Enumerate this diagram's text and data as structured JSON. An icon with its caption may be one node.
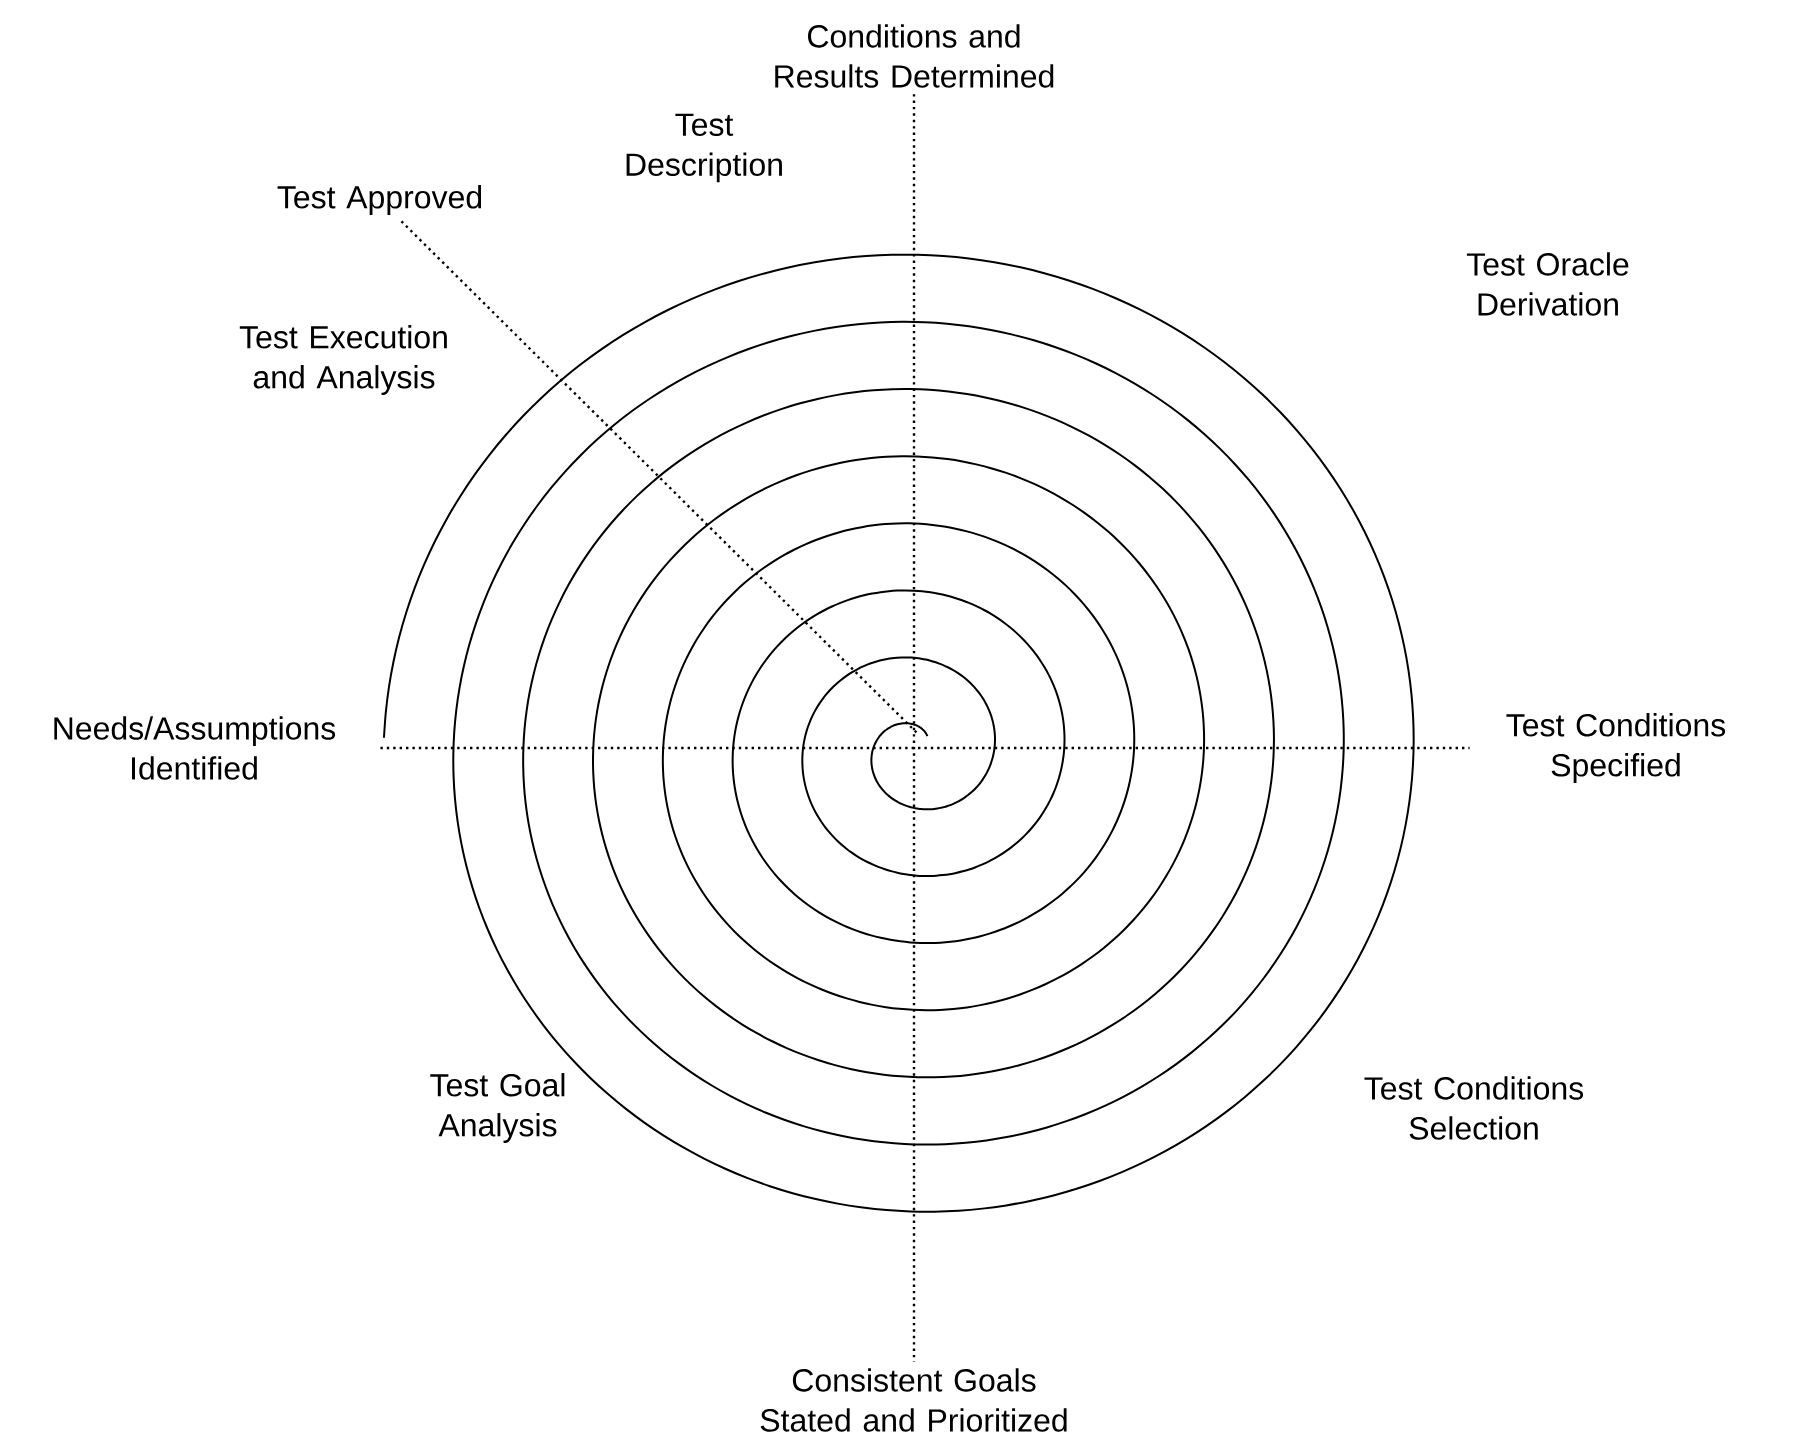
{
  "diagram": {
    "nodes": [
      {
        "text": [
          "Conditions and Results Determined"
        ]
      },
      {
        "text": [
          "Test Approved"
        ]
      },
      {
        "text": [
          "Needs/Assumptions Identified"
        ]
      },
      {
        "text": [
          "Test Conditions Specified"
        ]
      },
      {
        "text": [
          "Consistent Goals Stated and Prioritized"
        ]
      }
    ],
    "edges": [
      {
        "from": 0,
        "to": 4,
        "arrow": "none",
        "style": "dashed"
      },
      {
        "from": 2,
        "to": 3,
        "arrow": "none",
        "style": "dashed"
      },
      {
        "from": 1,
        "to": null,
        "arrow": "none",
        "style": "dashed"
      }
    ],
    "labels": [
      "Test Description",
      "Test Execution and Analysis",
      "Test Oracle Derivation",
      "Test Goal Analysis",
      "Test Conditions Selection"
    ]
  }
}
